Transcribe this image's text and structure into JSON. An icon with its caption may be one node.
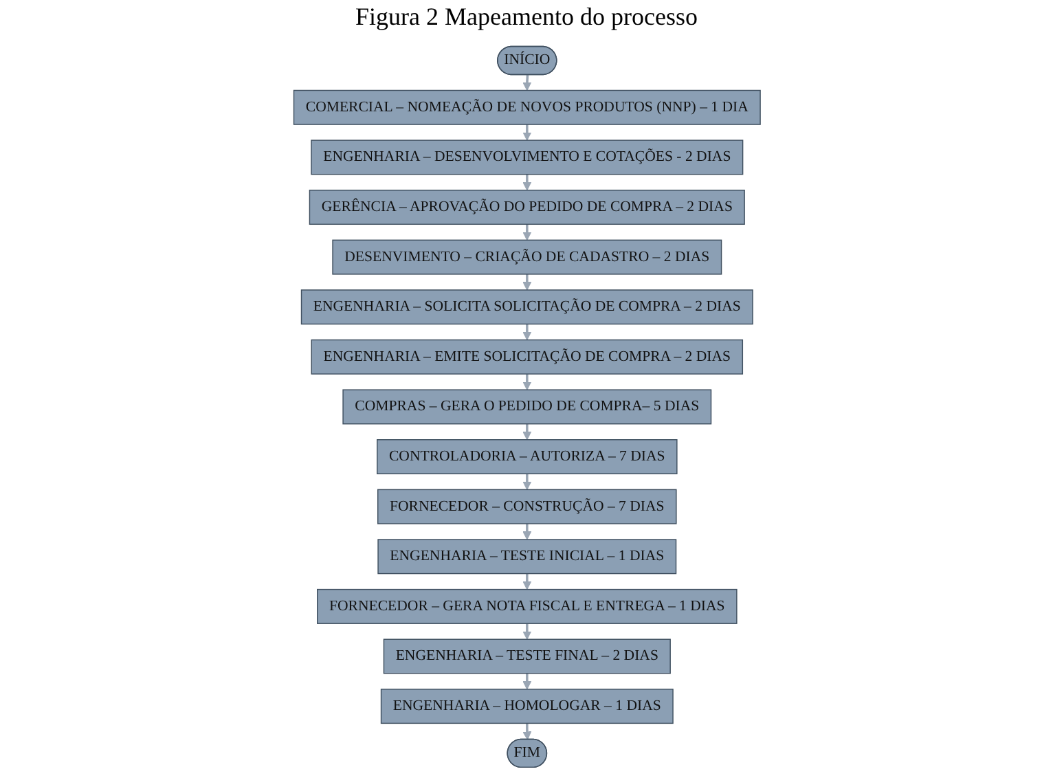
{
  "diagram": {
    "title": "Figura 2 Mapeamento do processo",
    "nodes": [
      {
        "text": [
          "INÍCIO"
        ]
      },
      {
        "text": [
          "COMERCIAL – NOMEAÇÃO DE NOVOS PRODUTOS (NNP) – 1 DIA"
        ]
      },
      {
        "text": [
          "ENGENHARIA – DESENVOLVIMENTO E COTAÇÕES - 2 DIAS"
        ]
      },
      {
        "text": [
          "GERÊNCIA – APROVAÇÃO DO PEDIDO DE COMPRA – 2 DIAS"
        ]
      },
      {
        "text": [
          "DESENVIMENTO – CRIAÇÃO DE CADASTRO – 2 DIAS"
        ]
      },
      {
        "text": [
          "ENGENHARIA – SOLICITA SOLICITAÇÃO DE COMPRA – 2 DIAS"
        ]
      },
      {
        "text": [
          "ENGENHARIA – EMITE SOLICITAÇÃO DE COMPRA – 2 DIAS"
        ]
      },
      {
        "text": [
          "COMPRAS – GERA O PEDIDO DE COMPRA– 5 DIAS"
        ]
      },
      {
        "text": [
          "CONTROLADORIA – AUTORIZA – 7 DIAS"
        ]
      },
      {
        "text": [
          "FORNECEDOR – CONSTRUÇÃO – 7 DIAS"
        ]
      },
      {
        "text": [
          "ENGENHARIA – TESTE INICIAL – 1 DIAS"
        ]
      },
      {
        "text": [
          "FORNECEDOR – GERA NOTA FISCAL E ENTREGA – 1 DIAS"
        ]
      },
      {
        "text": [
          "ENGENHARIA – TESTE FINAL – 2 DIAS"
        ]
      },
      {
        "text": [
          "ENGENHARIA – HOMOLOGAR – 1 DIAS"
        ]
      },
      {
        "text": [
          "FIM"
        ]
      }
    ],
    "edges": [
      {
        "from": 0,
        "to": 1,
        "arrow": "to"
      },
      {
        "from": 1,
        "to": 2,
        "arrow": "to"
      },
      {
        "from": 2,
        "to": 3,
        "arrow": "to"
      },
      {
        "from": 3,
        "to": 4,
        "arrow": "to"
      },
      {
        "from": 4,
        "to": 5,
        "arrow": "to"
      },
      {
        "from": 5,
        "to": 6,
        "arrow": "to"
      },
      {
        "from": 6,
        "to": 7,
        "arrow": "to"
      },
      {
        "from": 7,
        "to": 8,
        "arrow": "to"
      },
      {
        "from": 8,
        "to": 9,
        "arrow": "to"
      },
      {
        "from": 9,
        "to": 10,
        "arrow": "to"
      },
      {
        "from": 10,
        "to": 11,
        "arrow": "to"
      },
      {
        "from": 11,
        "to": 12,
        "arrow": "to"
      },
      {
        "from": 12,
        "to": 13,
        "arrow": "to"
      },
      {
        "from": 13,
        "to": 14,
        "arrow": "to"
      }
    ]
  }
}
